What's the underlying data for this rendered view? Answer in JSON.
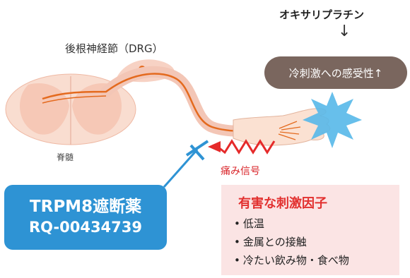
{
  "labels": {
    "drg": "後根神経節（DRG）",
    "spinal_cord": "脊髄",
    "drug": "オキサリプラチン",
    "cold_sensitivity": "冷刺激への感受性↑",
    "pain_signal": "痛み信号"
  },
  "blocker": {
    "name": "TRPM8遮断薬",
    "code": "RQ-00434739"
  },
  "harmful_stimuli": {
    "title": "有害な刺激因子",
    "bullet": "•",
    "items": [
      "低温",
      "金属との接触",
      "冷たい飲み物・食べ物"
    ]
  },
  "colors": {
    "nerve": "#e46a1e",
    "tissue": "#f7d4c6",
    "skin": "#fbe1d2",
    "blocker": "#2e93d4",
    "pain": "#e52a2a",
    "sensitivity_box": "#7a665e",
    "factor_box": "#fbe4e4",
    "stimulus": "#57b8e9"
  },
  "icons": {
    "stimulus": "cold-stimulus-starburst-icon",
    "pain": "zigzag-pain-signal-icon",
    "arrow_down": "down-arrow-icon"
  }
}
